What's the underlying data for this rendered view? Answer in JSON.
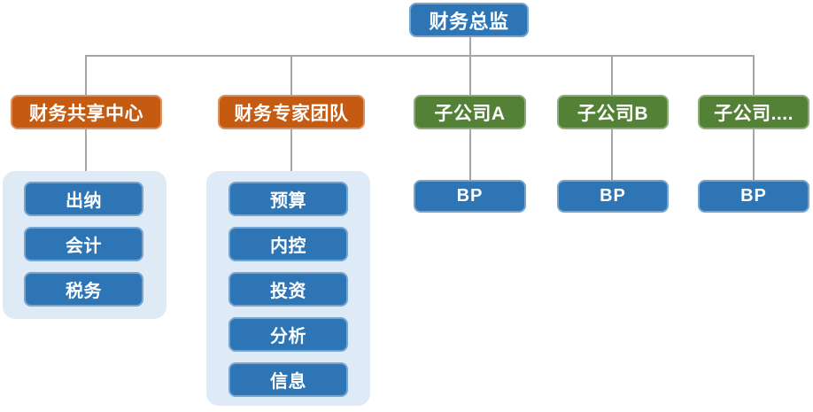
{
  "org": {
    "root": {
      "label": "财务总监"
    },
    "branches": [
      {
        "label": "财务共享中心",
        "type": "orange",
        "children": [
          "出纳",
          "会计",
          "税务"
        ]
      },
      {
        "label": "财务专家团队",
        "type": "orange",
        "children": [
          "预算",
          "内控",
          "投资",
          "分析",
          "信息"
        ]
      },
      {
        "label": "子公司A",
        "type": "green",
        "children": [
          "BP"
        ]
      },
      {
        "label": "子公司B",
        "type": "green",
        "children": [
          "BP"
        ]
      },
      {
        "label": "子公司....",
        "type": "green",
        "children": [
          "BP"
        ]
      }
    ]
  },
  "colors": {
    "root_and_leaf_fill": "#2e75b6",
    "center_branch_fill": "#c55a11",
    "subsidiary_branch_fill": "#538135",
    "group_container_fill": "#deeaf6",
    "connector_line": "#a6a6a6",
    "node_text": "#ffffff",
    "background": "#ffffff"
  }
}
